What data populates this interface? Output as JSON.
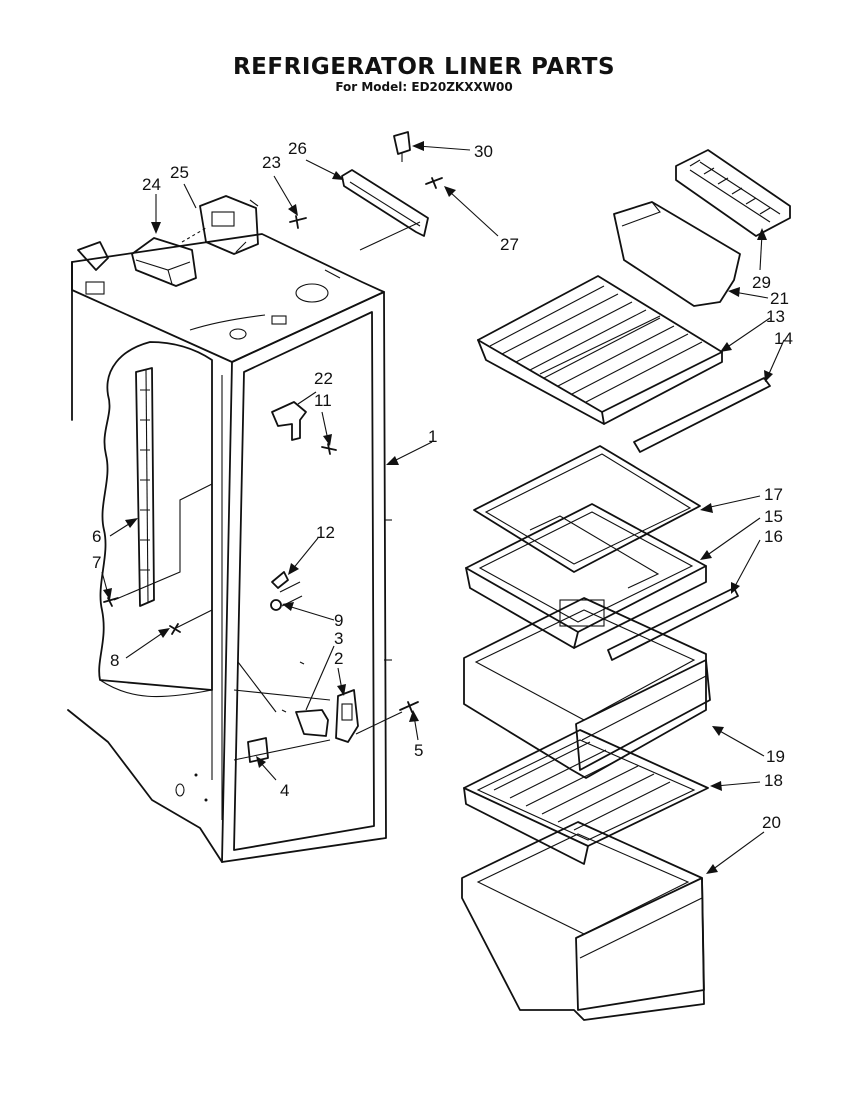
{
  "header": {
    "title": "REFRIGERATOR LINER PARTS",
    "subtitle": "For Model: ED20ZKXXW00"
  },
  "callouts": [
    "1",
    "2",
    "3",
    "4",
    "5",
    "6",
    "7",
    "8",
    "9",
    "11",
    "12",
    "13",
    "14",
    "15",
    "16",
    "17",
    "18",
    "19",
    "20",
    "21",
    "22",
    "23",
    "24",
    "25",
    "26",
    "27",
    "29",
    "30"
  ],
  "colors": {
    "ink": "#111111",
    "paper": "#ffffff"
  }
}
